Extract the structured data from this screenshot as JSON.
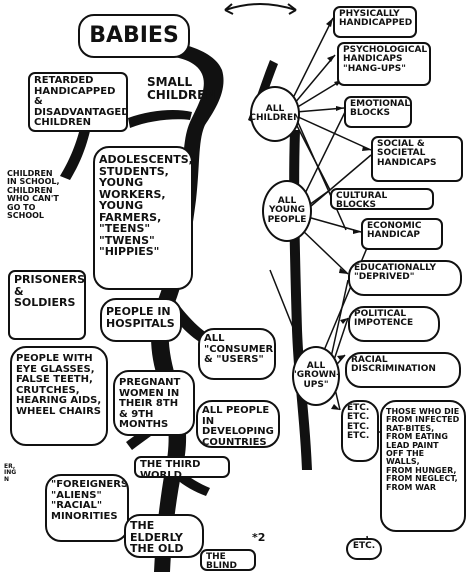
{
  "nodes": {
    "babies": "BABIES",
    "small_children": "SMALL\nCHILDREN",
    "retarded": "RETARDED\nHANDICAPPED &\nDISADVANTAGED\nCHILDREN",
    "in_school": "CHILDREN\nIN SCHOOL,\nCHILDREN\nWHO CAN'T\nGO TO\nSCHOOL",
    "adolescents": "ADOLESCENTS,\nSTUDENTS,\nYOUNG WORKERS,\nYOUNG FARMERS,\n\"TEENS\"\n\"TWENS\"\n\"HIPPIES\"",
    "prisoners": "PRISONERS\n&\nSOLDIERS",
    "hospitals": "PEOPLE IN\nHOSPITALS",
    "eye_glasses": "PEOPLE WITH\nEYE GLASSES,\nFALSE TEETH,\nCRUTCHES,\nHEARING AIDS,\nWHEEL CHAIRS",
    "pregnant": "PREGNANT\nWOMEN IN\nTHEIR 8th & 9th\nMONTHS",
    "consumers": "ALL\n\"CONSUMERS\"\n& \"USERS\"",
    "developing": "ALL PEOPLE\nIN DEVELOPING\nCOUNTRIES",
    "foreigners": "\"FOREIGNERS\"\n\"ALIENS\"\n\"RACIAL\"\nMINORITIES",
    "third_world": "THE THIRD WORLD",
    "elderly": "THE ELDERLY\nTHE OLD",
    "blind": "THE BLIND",
    "footnote": "*2",
    "all_children": "ALL\nCHILDREN",
    "all_young": "ALL\nYOUNG\nPEOPLE",
    "all_grownups": "ALL\n\"GROWN-\nUPS\"",
    "physically": "PHYSICALLY\nHANDICAPPED",
    "psychological": "PSYCHOLOGICAL\nHANDICAPS\n\"HANG-UPS\"",
    "emotional": "EMOTIONAL\nBLOCKS",
    "social": "SOCIAL &\nSOCIETAL\nHANDICAPS",
    "cultural": "CULTURAL BLOCKS",
    "economic": "ECONOMIC\nHANDICAP",
    "educational": "EDUCATIONALLY\n\"DEPRIVED\"",
    "political": "POLITICAL\nIMPOTENCE",
    "racial": "RACIAL\nDISCRIMINATION",
    "etc_list": "ETC.\nETC.\nETC.\nETC.",
    "those_who": "THOSE WHO DIE\nFROM INFECTED\nRAT-BITES,\nFROM EATING\nLEAD PAINT\nOFF THE WALLS,\nFROM HUNGER,\nFROM NEGLECT,\nFROM WAR",
    "etc_bottom": "ETC.",
    "margin_note": "ER,\nING\nN"
  },
  "colors": {
    "ink": "#111111",
    "paper": "#ffffff"
  }
}
